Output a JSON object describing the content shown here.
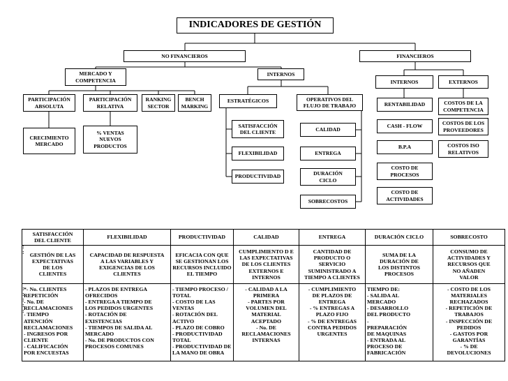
{
  "title": "INDICADORES DE GESTIÓN",
  "tree": {
    "no_financieros": "NO  FINANCIEROS",
    "financieros": "FINANCIEROS",
    "mercado": "MERCADO Y\nCOMPETENCIA",
    "internos_nf": "INTERNOS",
    "participacion_absoluta": "PARTICIPACIÓN\nABSOLUTA",
    "participacion_relativa": "PARTICIPACIÓN\nRELATIVA",
    "ranking": "RANKING\nSECTOR",
    "bench": "BENCH\nMARKING",
    "crecimiento": "CRECIMIENTO\nMERCADO",
    "ventas_nuevos": "% VENTAS\nNUEVOS\nPRODUCTOS",
    "estrategicos": "ESTRATÉGICOS",
    "operativos": "OPERATIVOS DEL\nFLUJO DE TRABAJO",
    "satisfaccion": "SATISFACCIÓN\nDEL CLIENTE",
    "flexibilidad": "FLEXIBILIDAD",
    "productividad": "PRODUCTIVIDAD",
    "calidad": "CALIDAD",
    "entrega": "ENTREGA",
    "duracion": "DURACIÓN\nCICLO",
    "sobrecostos": "SOBRECOSTOS",
    "internos_f": "INTERNOS",
    "externos_f": "EXTERNOS",
    "rentabilidad": "RENTABILIDAD",
    "cash_flow": "CASH - FLOW",
    "bpa": "B.P.A",
    "costo_procesos": "COSTO DE\nPROCESOS",
    "costo_actividades": "COSTO DE\nACTIVIDADES",
    "costos_competencia": "COSTOS DE LA\nCOMPETENCIA",
    "costos_proveedores": "COSTOS DE LOS\nPROVEEDORES",
    "costos_iso": "COSTOS ISO\nRELATIVOS"
  },
  "table": {
    "headers": [
      "SATISFACCIÓN\nDEL CLIENTE",
      "FLEXIBILIDAD",
      "PRODUCTIVIDAD",
      "CALIDAD",
      "ENTREGA",
      "DURACIÓN  CICLO",
      "SOBRECOSTO"
    ],
    "definitions": [
      "GESTIÓN DE LAS\nEXPECTATIVAS\nDE LOS\nCLIENTES",
      "CAPACIDAD DE RESPUESTA\nA LAS VARIABLES Y\nEXIGENCIAS DE LOS\nCLIENTES",
      "EFICACIA CON QUE\nSE GESTIONAN LOS\nRECURSOS INCLUIDO\nEL TIEMPO",
      "CUMPLIMIENTO D E\nLAS EXPECTATIVAS\nDE LOS CLIENTES\nEXTERNOS E\nINTERNOS",
      "CANTIDAD DE\nPRODUCTO O\nSERVICIO\nSUMINISTRADO A\nTIEMPO A CLIENTES",
      "SUMA DE LA\nDURACIÓN DE\nLOS DISTINTOS\nPROCESOS",
      "CONSUMO DE\nACTIVIDADES Y\nRECURSOS QUE\nNO AÑADEN\nVALOR"
    ],
    "indicators": [
      "*- No. CLIENTES\nREPETICIÓN\n- No. DE\nRECLAMACIONES\n- TIEMPO\nATENCIÓN\nRECLAMACIONES\n- INGRESOS POR\nCLIENTE\n- CALIFICACIÓN\nPOR ENCUESTAS",
      "- PLAZOS DE ENTREGA\nOFRECIDOS\n- ENTREGA A TIEMPO DE\nLOS PEDIDOS URGENTES\n- ROTACIÓN DE\nEXISTENCIAS\n- TIEMPOS DE SALIDA AL\nMERCADO\n- No. DE PRODUCTOS CON\nPROCESOS COMUNES",
      "- TIEMPO PROCESO /\nTOTAL\n- COSTO DE LAS\nVENTAS\n- ROTACIÓN DEL\nACTIVO\n- PLAZO DE COBRO\n- PRODUCTIVIDAD\nTOTAL\n- PRODUCTIVIDAD DE\nLA MANO DE OBRA",
      "- CALIDAD A LA\nPRIMERA\n- PARTES POR\nVOLUMEN DEL\nMATERIAL\nACEPTADO\n- No. DE\nRECLAMACIONES\nINTERNAS",
      "- CUMPLIMIENTO\nDE PLAZOS DE\nENTREGA\n- % ENTREGAS A\nPLAZO FIJO\n- % DE ENTREGAS\nCONTRA PEDIDOS\nURGENTES",
      "TIEMPO DE:\n- SALIDA AL\nMERCADO\n- DESARROLLO\nDEL PRODUCTO\n-\nPREPARACIÓN\nDE MAQUINAS\n- ENTRADA AL\nPROCESO DE\nFABRICACIÓN",
      "- COSTO DE LOS\nMATERIALES\nRECHAZADOS\n- REPETICIÓN DE\nTRABAJOS\n- INSPECCIÓN DE\nPEDIDOS\n- GASTOS POR\nGARANTÍAS\n- % DE\nDEVOLUCIONES"
    ]
  }
}
